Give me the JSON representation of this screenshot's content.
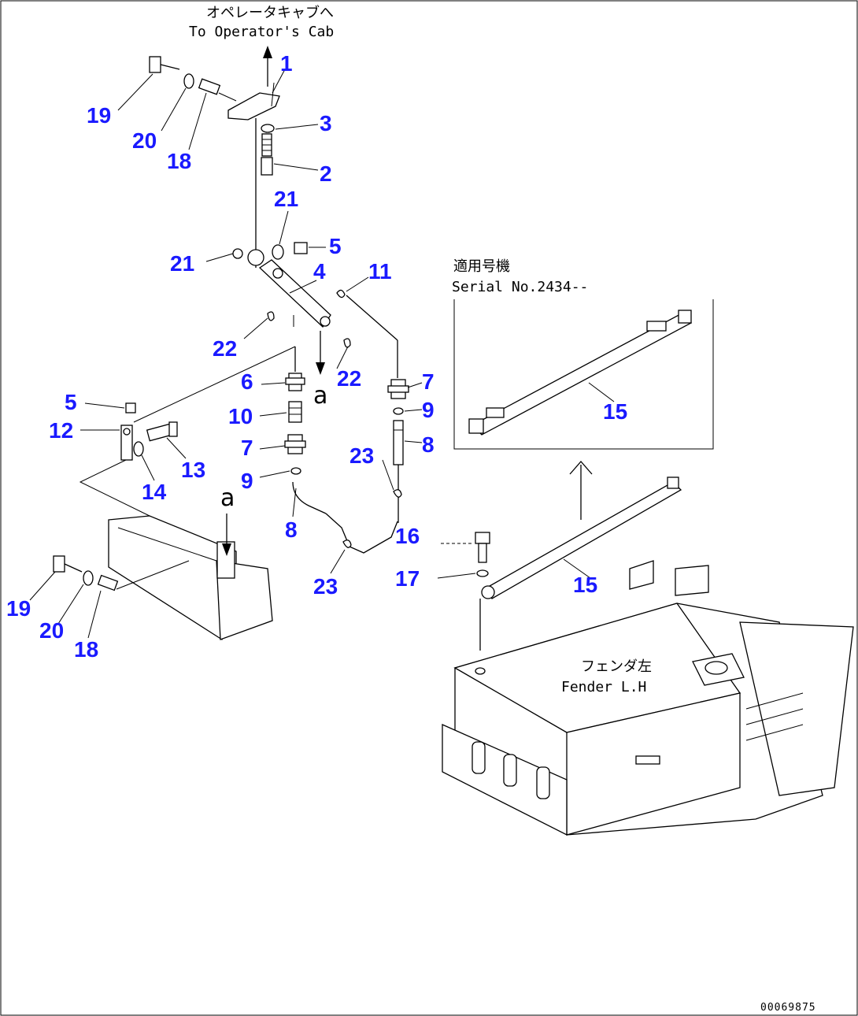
{
  "header": {
    "jp": "オペレータキャブへ",
    "en": "To Operator's Cab"
  },
  "serial_box": {
    "jp": "適用号機",
    "en": "Serial No.2434--"
  },
  "fender": {
    "jp": "フェンダ左",
    "en": "Fender L.H"
  },
  "view_letter": "a",
  "drawing_code": "00069875",
  "callouts": {
    "c1": "1",
    "c2": "2",
    "c3": "3",
    "c4": "4",
    "c5a": "5",
    "c5b": "5",
    "c6": "6",
    "c7a": "7",
    "c7b": "7",
    "c8a": "8",
    "c8b": "8",
    "c9a": "9",
    "c9b": "9",
    "c10": "10",
    "c11": "11",
    "c12": "12",
    "c13": "13",
    "c14": "14",
    "c15a": "15",
    "c15b": "15",
    "c16": "16",
    "c17": "17",
    "c18a": "18",
    "c18b": "18",
    "c19a": "19",
    "c19b": "19",
    "c20a": "20",
    "c20b": "20",
    "c21a": "21",
    "c21b": "21",
    "c22a": "22",
    "c22b": "22",
    "c23a": "23",
    "c23b": "23"
  },
  "colors": {
    "callout": "#1a1aff",
    "line": "#000000"
  }
}
